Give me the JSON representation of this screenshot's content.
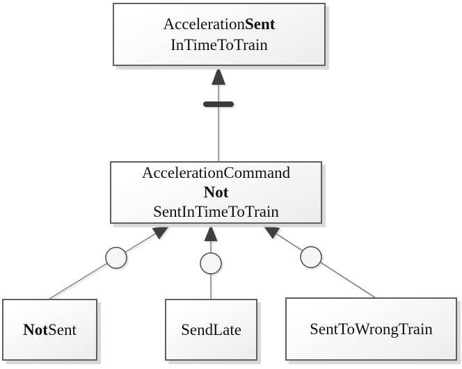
{
  "colors": {
    "background": "#ffffff",
    "box_border": "#5f5f5f",
    "box_fill_light": "#ffffff",
    "box_fill_dark": "#ececec",
    "shadow": "#d9d9d9",
    "wire": "#7a7a7a",
    "arrowhead": "#3f3f3f",
    "inhibit_bar": "#3b3b3b",
    "circle_fill": "#f6f6f6",
    "circle_border": "#4a4a4a",
    "text": "#111111"
  },
  "nodes": [
    {
      "id": "acceleration-sent-in-time-to-train",
      "lines": [
        [
          {
            "text": "Acceleration"
          },
          {
            "text": "Sent",
            "bold": true
          }
        ],
        [
          {
            "text": "InTimeToTrain"
          }
        ]
      ]
    },
    {
      "id": "acceleration-command-not-sent-in-time-to-train",
      "lines": [
        [
          {
            "text": "AccelerationCommand"
          }
        ],
        [
          {
            "text": "Not",
            "bold": true
          }
        ],
        [
          {
            "text": "SentInTimeToTrain"
          }
        ]
      ]
    },
    {
      "id": "not-sent",
      "lines": [
        [
          {
            "text": "Not",
            "bold": true
          },
          {
            "text": "Sent"
          }
        ]
      ]
    },
    {
      "id": "send-late",
      "lines": [
        [
          {
            "text": "SendLate"
          }
        ]
      ]
    },
    {
      "id": "sent-to-wrong-train",
      "lines": [
        [
          {
            "text": "SentToWrongTrain"
          }
        ]
      ]
    }
  ],
  "edges": [
    {
      "from": "acceleration-command-not-sent-in-time-to-train",
      "to": "acceleration-sent-in-time-to-train",
      "marker": "filled-arrow",
      "modifier": "inhibit-bar"
    },
    {
      "from": "not-sent",
      "to": "acceleration-command-not-sent-in-time-to-train",
      "marker": "filled-arrow",
      "modifier": "circle"
    },
    {
      "from": "send-late",
      "to": "acceleration-command-not-sent-in-time-to-train",
      "marker": "filled-arrow",
      "modifier": "circle"
    },
    {
      "from": "sent-to-wrong-train",
      "to": "acceleration-command-not-sent-in-time-to-train",
      "marker": "filled-arrow",
      "modifier": "circle"
    }
  ]
}
